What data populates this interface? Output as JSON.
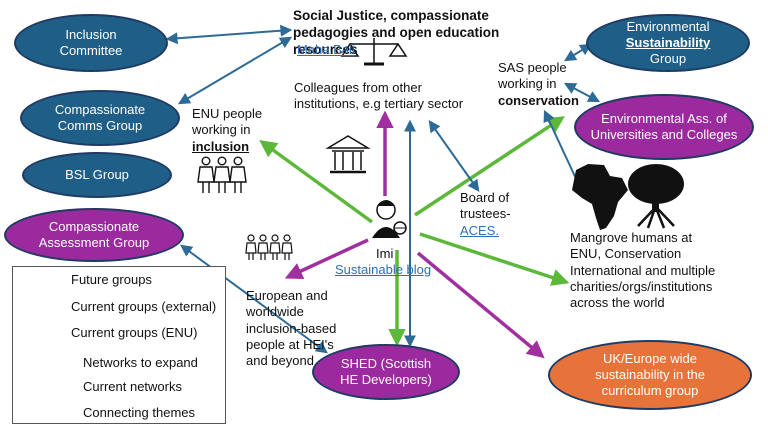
{
  "nodes": {
    "inclusion_committee": "Inclusion Committee",
    "comms_group": "Compassionate Comms Group",
    "bsl_group": "BSL Group",
    "assessment_group": "Compassionate Assessment Group",
    "shed": "SHED (Scottish HE Developers)",
    "env_sustainability": [
      "Environmental ",
      "Sustainability",
      " Group"
    ],
    "env_association": "Environmental Ass. of Universities and Colleges",
    "uk_europe": "UK/Europe wide sustainability in the curriculum group"
  },
  "labels": {
    "social_justice_title": "Social Justice, compassionate pedagogies and open education resources",
    "maha_bali": "Maha Bali",
    "colleagues": "Colleagues from other institutions, e.g tertiary sector",
    "enu_inclusion_prefix": "ENU people working in ",
    "enu_inclusion_bold": "inclusion",
    "sas_prefix": "SAS people working in ",
    "sas_bold": "conservation",
    "board_prefix": "Board of trustees-",
    "board_link": "ACES.",
    "center_name": "Imi",
    "center_blog": "Sustainable blog",
    "european": "European and worldwide inclusion-based people at HEI's and beyond",
    "mangrove": "Mangrove humans at ENU, Conservation International and multiple charities/orgs/institutions across the world"
  },
  "legend": {
    "future": "Future groups",
    "current_external": "Current groups (external)",
    "current_enu": "Current groups (ENU)",
    "expand": "Networks to expand",
    "current_networks": "Current networks",
    "connecting": "Connecting themes"
  },
  "colors": {
    "enu": "#1f5f87",
    "external": "#9b2a9e",
    "future": "#e8733a",
    "expand_arrow": "#a0309f",
    "current_arrow": "#5cb83a",
    "connecting_arrow": "#2d6b96"
  },
  "icons": [
    "scales-of-justice-icon",
    "institution-building-icon",
    "people-group-icon",
    "person-with-globe-icon",
    "africa-map-icon",
    "mangrove-tree-icon"
  ]
}
